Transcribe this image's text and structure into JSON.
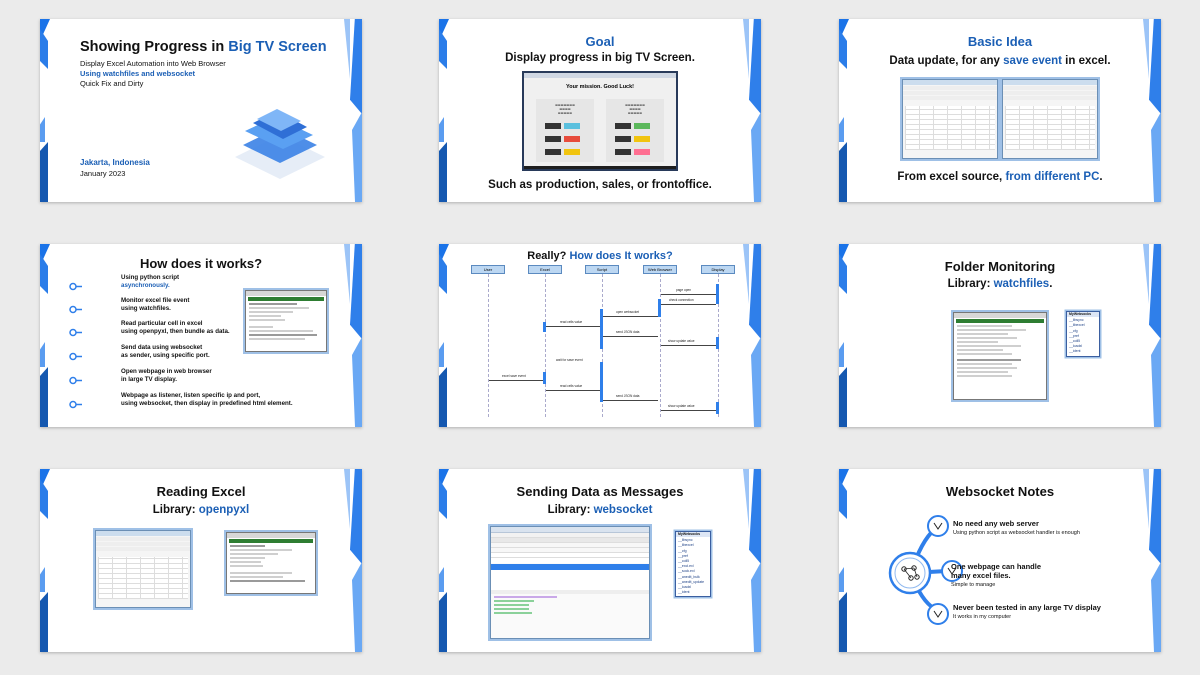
{
  "slides": {
    "s1": {
      "title_plain": "Showing Progress in ",
      "title_accent": "Big TV Screen",
      "line1": "Display Excel Automation into Web Browser",
      "line2": "Using watchfiles and websocket",
      "line3": "Quick Fix and Dirty",
      "location": "Jakarta, Indonesia",
      "date": "January 2023"
    },
    "s2": {
      "heading": "Goal",
      "subheading": "Display progress in big TV Screen.",
      "browser_heading": "Your mission. Good Luck!",
      "footer": "Such as production, sales, or frontoffice."
    },
    "s3": {
      "heading": "Basic Idea",
      "line_plain": "Data update, for any ",
      "line_accent": "save event",
      "line_end": " in excel.",
      "footer_plain": "From excel source, ",
      "footer_accent": "from different PC",
      "footer_end": "."
    },
    "s4": {
      "heading": "How does it works?",
      "steps": [
        {
          "a": "Using python script",
          "b": "asynchronously."
        },
        {
          "a": "Monitor excel file event",
          "b": "using watchfiles."
        },
        {
          "a": "Read particular cell in excel",
          "b": "using openpyxl, then bundle as data."
        },
        {
          "a": "Send data using websocket",
          "b": "as sender, using specific port."
        },
        {
          "a": "Open webpage in web browser",
          "b": "in large TV display."
        },
        {
          "a": "Webpage as listener, listen specific ip and port,",
          "b": "using websocket, then display in predefined html element."
        }
      ]
    },
    "s5": {
      "heading_plain": "Really? ",
      "heading_accent": "How  does It works?",
      "actors": [
        "User",
        "Excel",
        "Script",
        "Web Browser",
        "Display"
      ],
      "messages": [
        "page open",
        "check connection",
        "open websocket",
        "read cells value",
        "send JSON data",
        "show update value",
        "wait for save event",
        "excel save event",
        "read cells value",
        "send JSON data",
        "show update value"
      ]
    },
    "s6": {
      "heading": "Folder Monitoring",
      "lib_plain": "Library: ",
      "lib_accent": "watchfiles",
      "lib_end": ".",
      "list": [
        "MyWebsocks",
        "__libsync",
        "__libexcel",
        "__cfg",
        "__pref",
        "__coll5",
        "__loadxl",
        "__ident"
      ]
    },
    "s7": {
      "heading": "Reading Excel",
      "lib_plain": "Library: ",
      "lib_accent": "openpyxl"
    },
    "s8": {
      "heading": "Sending Data as Messages",
      "lib_plain": "Library: ",
      "lib_accent": "websocket",
      "list": [
        "MyWebsocks",
        "__libsync",
        "__libexcel",
        "__cfg",
        "__pref",
        "__coll5",
        "__excl.exl",
        "__sock.exl",
        "__anedit_bulk",
        "__anedit_update",
        "__loadxl",
        "__ident"
      ]
    },
    "s9": {
      "heading": "Websocket Notes",
      "notes": [
        {
          "bold": "No need any web server",
          "small": "Using python script as websocket handler is enough"
        },
        {
          "bold": "One webpage can handle many excel files.",
          "small": "Simple to manage"
        },
        {
          "bold": "Never been tested in any large TV display",
          "small": "It works in my computer"
        }
      ]
    }
  }
}
